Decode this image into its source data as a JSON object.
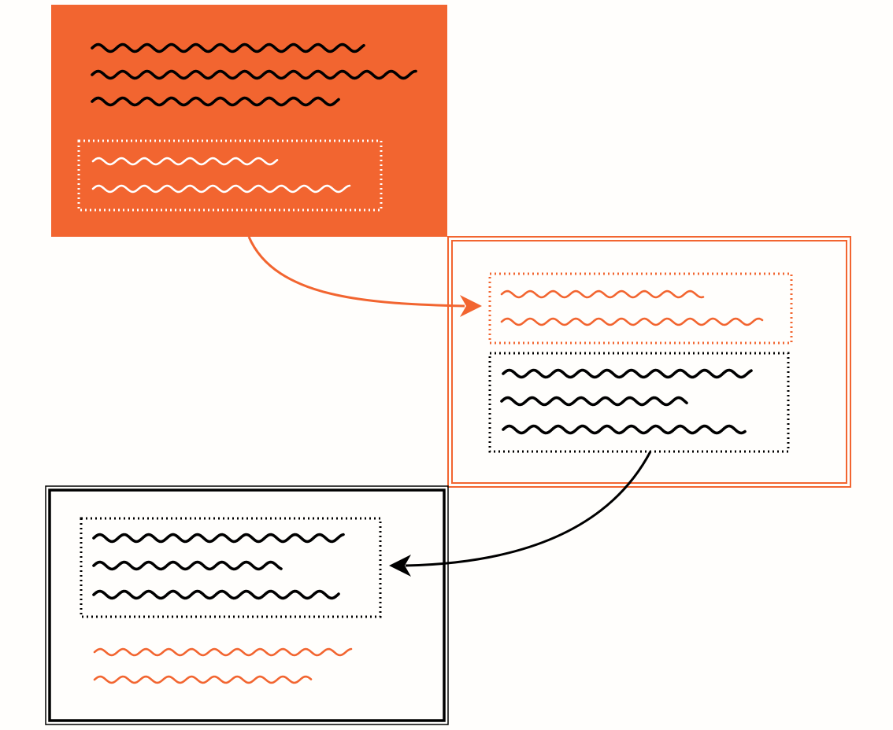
{
  "colors": {
    "background": "#fffefc",
    "accent": "#f26530",
    "ink": "#000000",
    "on_accent_text": "#ffffff"
  },
  "diagram": {
    "description_free": true,
    "blocks": [
      {
        "id": "source-block",
        "style": "filled-accent",
        "lines": [
          {
            "kind": "squiggle",
            "color": "ink",
            "group": "body"
          },
          {
            "kind": "squiggle",
            "color": "ink",
            "group": "body"
          },
          {
            "kind": "squiggle",
            "color": "ink",
            "group": "body"
          },
          {
            "kind": "squiggle",
            "color": "on_accent_text",
            "group": "quoted"
          },
          {
            "kind": "squiggle",
            "color": "on_accent_text",
            "group": "quoted"
          }
        ]
      },
      {
        "id": "middle-block",
        "style": "double-outline-accent",
        "lines": [
          {
            "kind": "squiggle",
            "color": "accent",
            "group": "quoted"
          },
          {
            "kind": "squiggle",
            "color": "accent",
            "group": "quoted"
          },
          {
            "kind": "squiggle",
            "color": "ink",
            "group": "reply"
          },
          {
            "kind": "squiggle",
            "color": "ink",
            "group": "reply"
          },
          {
            "kind": "squiggle",
            "color": "ink",
            "group": "reply"
          }
        ]
      },
      {
        "id": "final-block",
        "style": "double-outline-ink",
        "lines": [
          {
            "kind": "squiggle",
            "color": "ink",
            "group": "quoted"
          },
          {
            "kind": "squiggle",
            "color": "ink",
            "group": "quoted"
          },
          {
            "kind": "squiggle",
            "color": "ink",
            "group": "quoted"
          },
          {
            "kind": "squiggle",
            "color": "accent",
            "group": "reply"
          },
          {
            "kind": "squiggle",
            "color": "accent",
            "group": "reply"
          }
        ]
      }
    ],
    "arrows": [
      {
        "from": "source-block",
        "to": "middle-block",
        "color": "accent"
      },
      {
        "from": "middle-block",
        "to": "final-block",
        "color": "ink"
      }
    ]
  }
}
